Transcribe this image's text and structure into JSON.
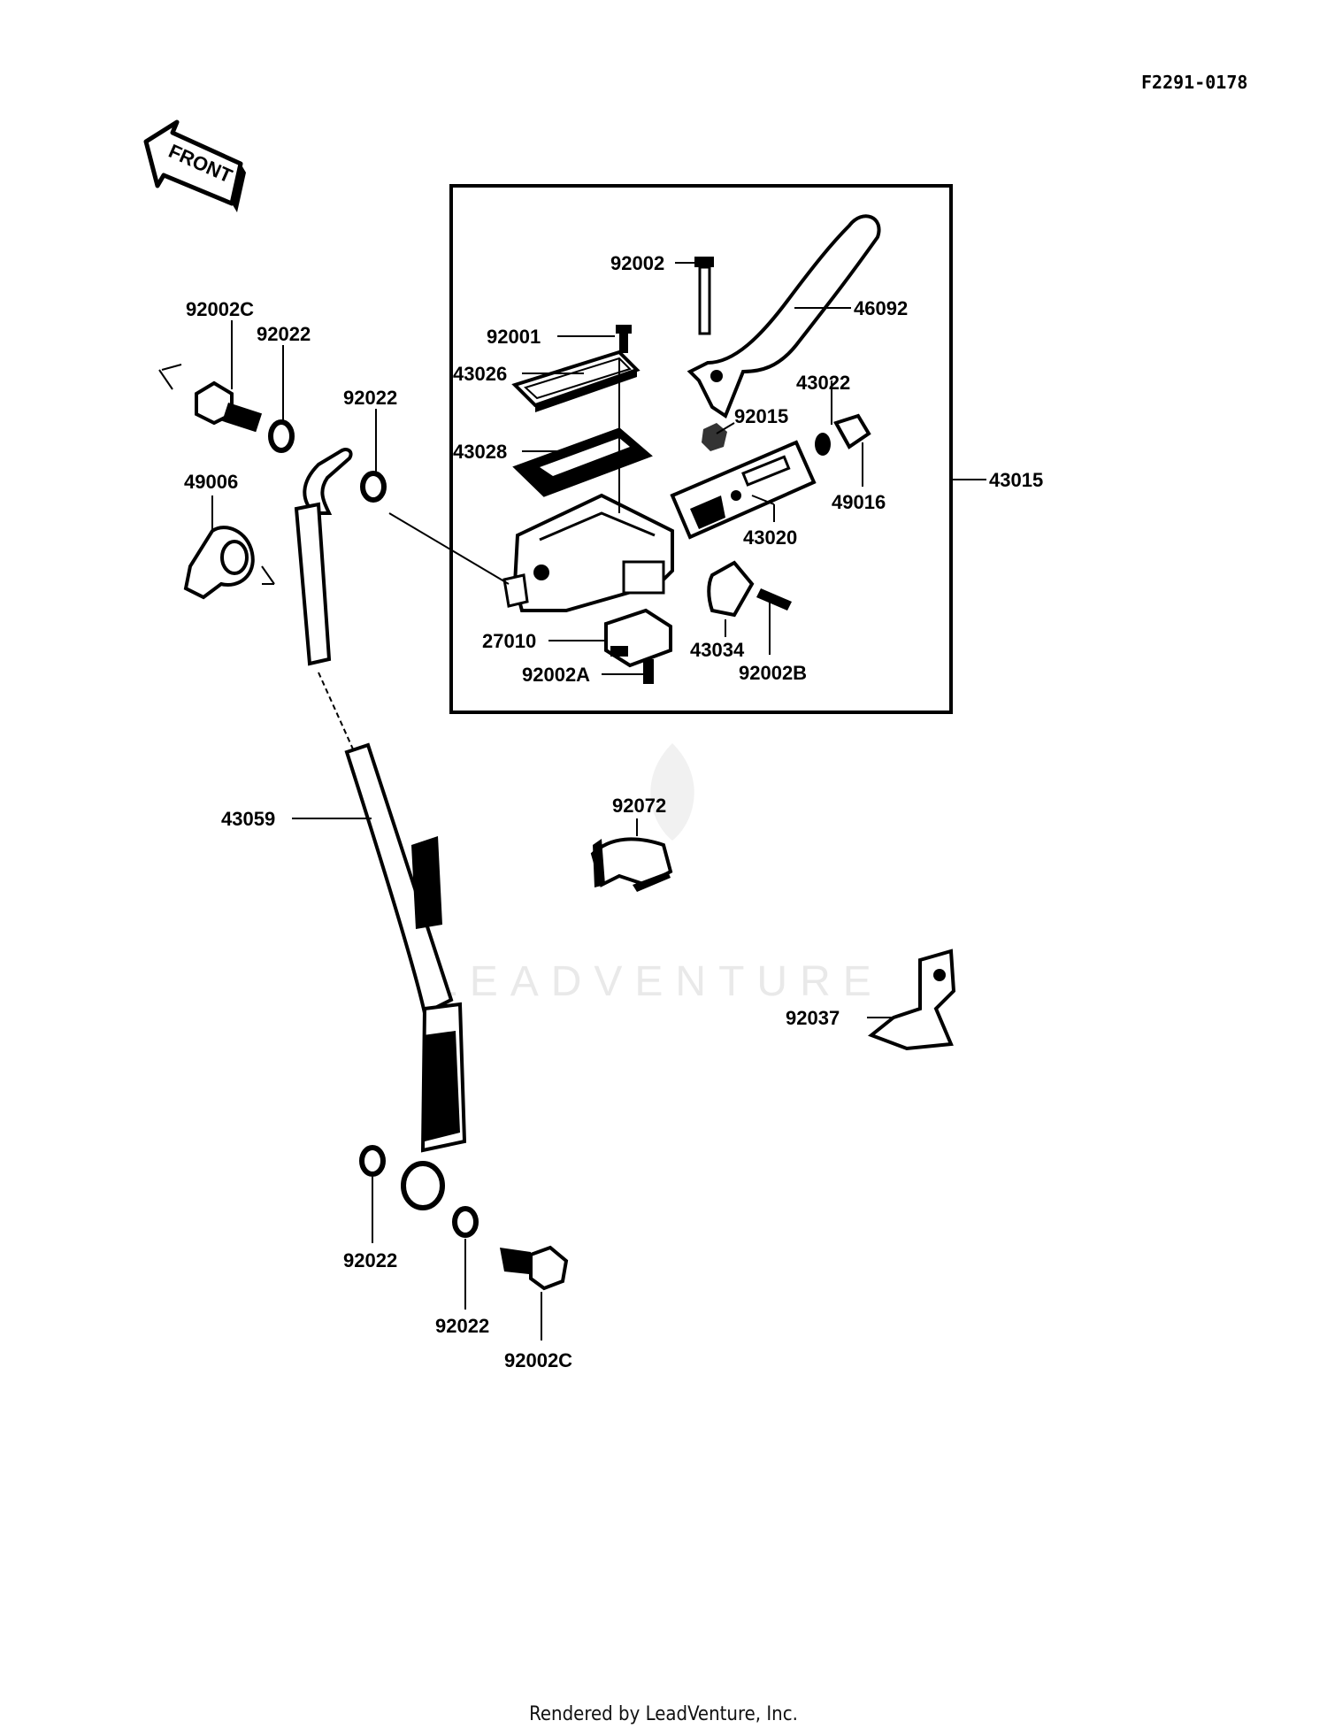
{
  "diagram_code": "F2291-0178",
  "front_arrow_label": "FRONT",
  "watermark": "LEADVENTURE",
  "footer": "Rendered by LeadVenture, Inc.",
  "parts": {
    "p92002_top": "92002",
    "p46092": "46092",
    "p92001": "92001",
    "p43026": "43026",
    "p43022": "43022",
    "p92015": "92015",
    "p43028": "43028",
    "p43015": "43015",
    "p49016": "49016",
    "p43020": "43020",
    "p27010": "27010",
    "p43034": "43034",
    "p92002A": "92002A",
    "p92002B": "92002B",
    "p92002C_top": "92002C",
    "p92022_top1": "92022",
    "p92022_top2": "92022",
    "p49006": "49006",
    "p43059": "43059",
    "p92072": "92072",
    "p92037": "92037",
    "p92022_bot1": "92022",
    "p92022_bot2": "92022",
    "p92002C_bot": "92002C"
  }
}
